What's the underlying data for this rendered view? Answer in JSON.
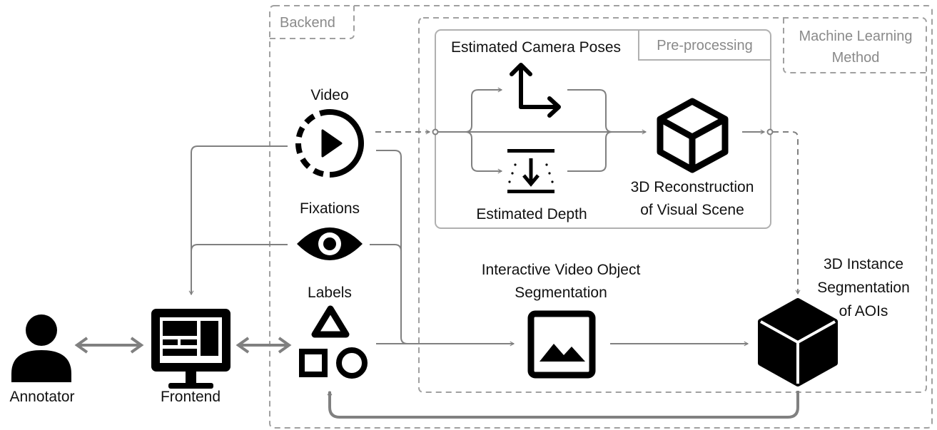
{
  "boxes": {
    "backend": "Backend",
    "ml_method_line1": "Machine Learning",
    "ml_method_line2": "Method",
    "preprocessing": "Pre-processing"
  },
  "nodes": {
    "annotator": "Annotator",
    "frontend": "Frontend",
    "video": "Video",
    "fixations": "Fixations",
    "labels": "Labels",
    "camera_poses": "Estimated Camera Poses",
    "depth": "Estimated Depth",
    "recon_line1": "3D Reconstruction",
    "recon_line2": "of Visual Scene",
    "ivos_line1": "Interactive Video Object",
    "ivos_line2": "Segmentation",
    "instance_line1": "3D Instance",
    "instance_line2": "Segmentation",
    "instance_line3": "of AOIs"
  },
  "colors": {
    "arrow": "#808080",
    "dashed_border": "#a0a0a0",
    "icon": "#000000",
    "box_border": "#b0b0b0"
  },
  "icons": [
    "person-icon",
    "monitor-icon",
    "video-play-icon",
    "eye-icon",
    "shapes-icon",
    "axes-icon",
    "depth-icon",
    "cube-outline-icon",
    "image-icon",
    "cube-solid-icon"
  ]
}
